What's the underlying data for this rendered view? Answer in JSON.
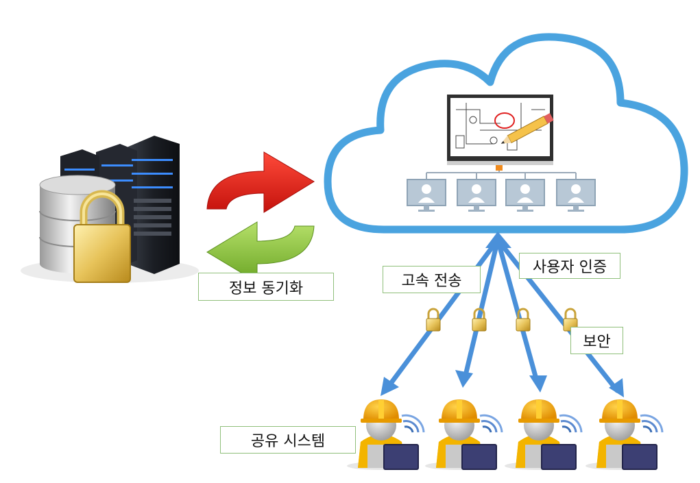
{
  "labels": {
    "sync": "정보 동기화",
    "high_speed": "고속 전송",
    "auth": "사용자 인증",
    "security": "보안",
    "sharing": "공유 시스템"
  },
  "colors": {
    "cloud": "#4aa3df",
    "arrow_red": "#e8231e",
    "arrow_green": "#8cc63f",
    "link_arrow": "#4a90d9",
    "helmet": "#f5a800",
    "label_border": "#8fbf7a"
  },
  "icons": {
    "server": "server-rack-icon",
    "database": "database-lock-icon",
    "cloud": "cloud-icon",
    "monitor": "monitor-drawing-icon",
    "worker": "worker-laptop-icon",
    "lock": "padlock-icon"
  }
}
